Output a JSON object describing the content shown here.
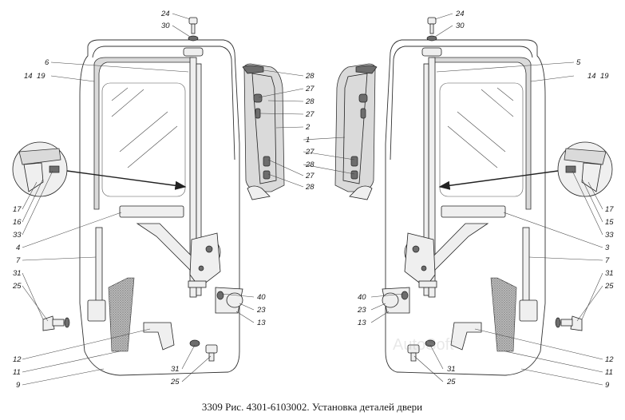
{
  "caption": "3309 Рис. 4301-6103002. Установка деталей двери",
  "watermark": "AutoSoft",
  "callouts": {
    "left": {
      "c24": "24",
      "c30": "30",
      "c6": "6",
      "c14": "14",
      "c19": "19",
      "c17": "17",
      "c16": "16",
      "c33": "33",
      "c4": "4",
      "c7": "7",
      "c31a": "31",
      "c25a": "25",
      "c12": "12",
      "c11": "11",
      "c9": "9",
      "c31b": "31",
      "c25b": "25",
      "c40": "40",
      "c23": "23",
      "c13": "13"
    },
    "center": {
      "c28a": "28",
      "c27a": "27",
      "c28b": "28",
      "c27b": "27",
      "c2": "2",
      "c1": "1",
      "c27c": "27",
      "c28c": "28",
      "c27d": "27",
      "c28d": "28"
    },
    "right": {
      "c24": "24",
      "c30": "30",
      "c5": "5",
      "c14": "14",
      "c19": "19",
      "c17": "17",
      "c15": "15",
      "c33": "33",
      "c3": "3",
      "c7": "7",
      "c31a": "31",
      "c25a": "25",
      "c12": "12",
      "c11": "11",
      "c9": "9",
      "c31b": "31",
      "c25b": "25",
      "c40": "40",
      "c23": "23",
      "c13": "13"
    }
  }
}
